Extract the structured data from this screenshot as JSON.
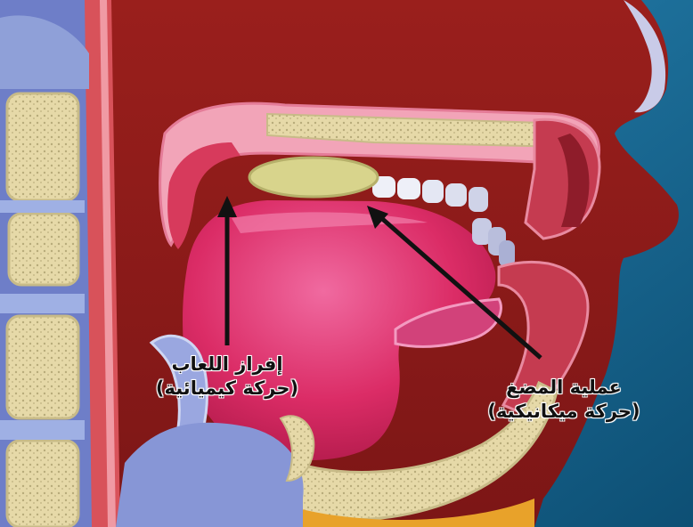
{
  "labels": {
    "saliva": {
      "line1": "إفراز اللعاب",
      "line2": "(حركة كيميائية)"
    },
    "chewing": {
      "line1": "عملية المضغ",
      "line2": "(حركة ميكانيكية)"
    }
  },
  "colors": {
    "background": "#1f6f9a",
    "tissue_red": "#a8231e",
    "tongue_pink": "#e0336e",
    "palate_pink": "#f2a4b8",
    "bone": "#e9dcae",
    "food_bolus": "#d8d48c",
    "spine_blue": "#8fa0d8",
    "arrow": "#111111"
  }
}
